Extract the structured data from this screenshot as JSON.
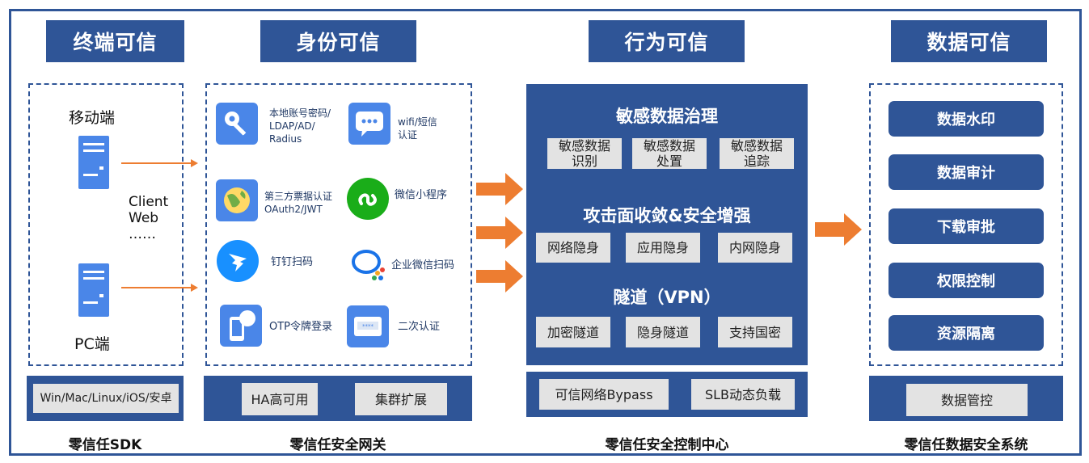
{
  "headers": {
    "terminal": "终端可信",
    "identity": "身份可信",
    "behavior": "行为可信",
    "data": "数据可信"
  },
  "terminal": {
    "mobile_label": "移动端",
    "pc_label": "PC端",
    "client_lines": [
      "Client",
      "Web",
      "……"
    ],
    "os_bar": "Win/Mac/Linux/iOS/安卓",
    "footer": "零信任SDK"
  },
  "gateway": {
    "items": [
      {
        "icon": "key-icon",
        "label": "本地账号密码/\nLDAP/AD/\nRadius"
      },
      {
        "icon": "message-icon",
        "label": "wifi/短信\n认证"
      },
      {
        "icon": "globe-icon",
        "label": "第三方票据认证\nOAuth2/JWT"
      },
      {
        "icon": "miniprogram-icon",
        "label": "微信小程序"
      },
      {
        "icon": "dingtalk-icon",
        "label": "钉钉扫码"
      },
      {
        "icon": "wecom-icon",
        "label": "企业微信扫码"
      },
      {
        "icon": "otp-phone-icon",
        "label": "OTP令牌登录"
      },
      {
        "icon": "password-screen-icon",
        "label": "二次认证"
      }
    ],
    "ha_button": "HA高可用",
    "cluster_button": "集群扩展",
    "footer": "零信任安全网关"
  },
  "control": {
    "sensitive_title": "敏感数据治理",
    "sensitive_items": [
      "敏感数据\n识别",
      "敏感数据\n处置",
      "敏感数据\n追踪"
    ],
    "attack_title": "攻击面收敛&安全增强",
    "attack_items": [
      "网络隐身",
      "应用隐身",
      "内网隐身"
    ],
    "tunnel_title": "隧道（VPN）",
    "tunnel_items": [
      "加密隧道",
      "隐身隧道",
      "支持国密"
    ],
    "bypass_button": "可信网络Bypass",
    "slb_button": "SLB动态负载",
    "footer": "零信任安全控制中心"
  },
  "datasec": {
    "items": [
      "数据水印",
      "数据审计",
      "下载审批",
      "权限控制",
      "资源隔离"
    ],
    "manage_button": "数据管控",
    "footer": "零信任数据安全系统"
  },
  "colors": {
    "primary": "#2f5597",
    "arrow": "#ed7d31",
    "gray": "#e3e3e3",
    "server": "#4a86e8"
  }
}
